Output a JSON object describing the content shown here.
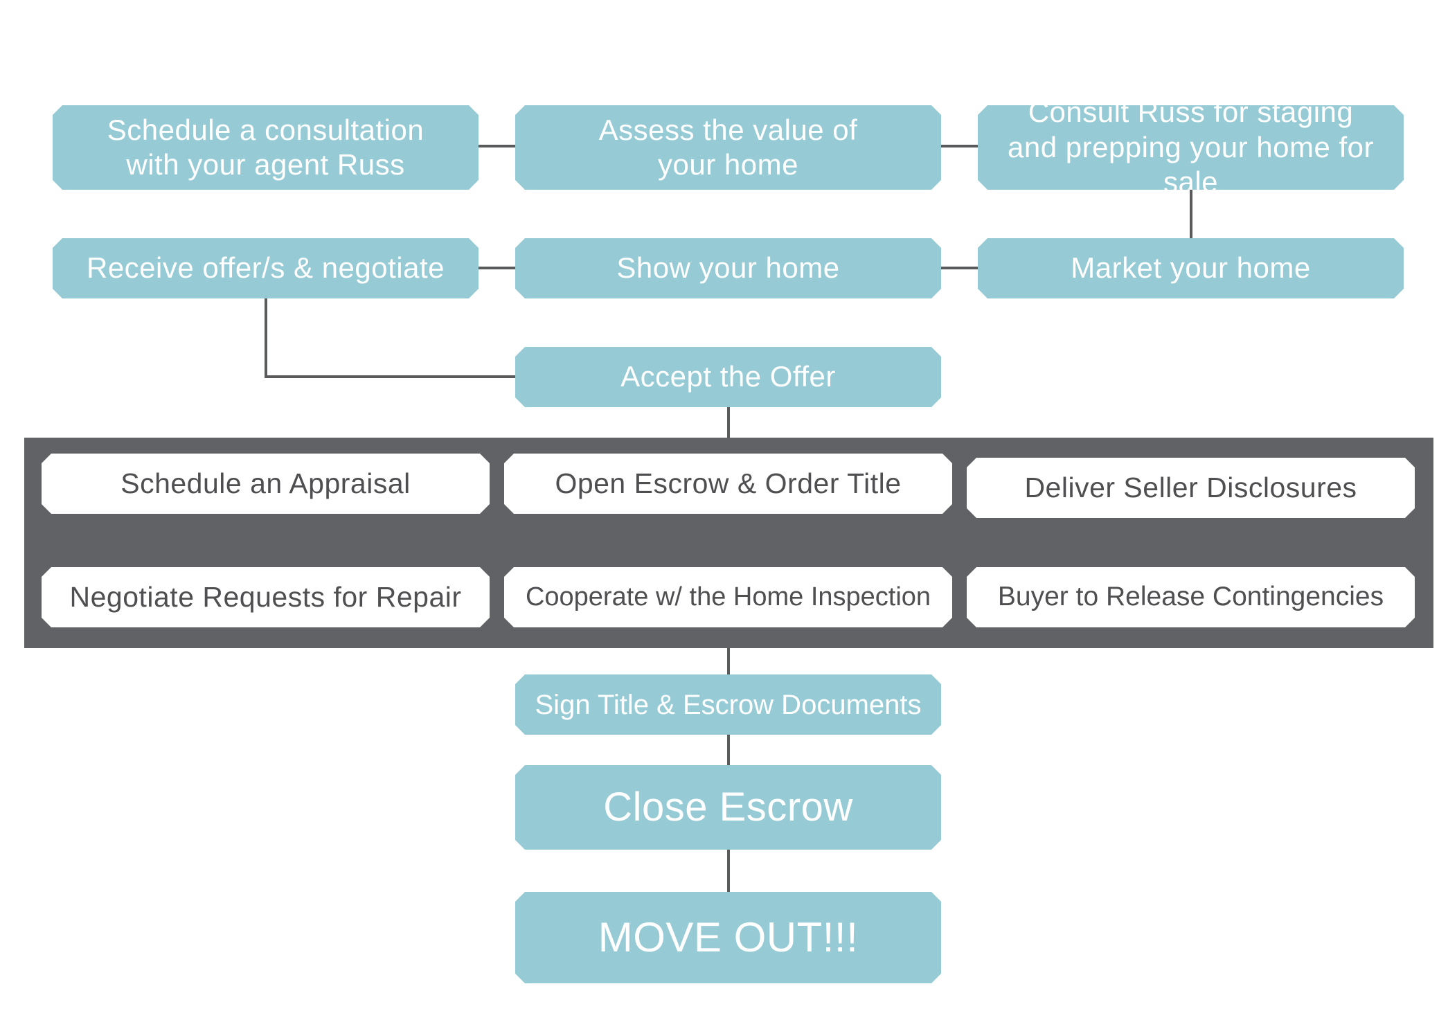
{
  "colors": {
    "box_fill": "#96cbd5",
    "box_text": "#ffffff",
    "band_fill": "#616265",
    "inner_box_fill": "#ffffff",
    "inner_box_text": "#4f4f52",
    "connector": "#595a5c"
  },
  "steps": {
    "schedule_consultation": "Schedule a consultation with your agent Russ",
    "assess_value": "Assess the value of your home",
    "consult_staging": "Consult Russ for staging and prepping your home for sale",
    "receive_offers": "Receive offer/s & negotiate",
    "show_home": "Show your home",
    "market_home": "Market your home",
    "accept_offer": "Accept the Offer",
    "sign_documents": "Sign Title & Escrow Documents",
    "close_escrow": "Close Escrow",
    "move_out": "MOVE OUT!!!"
  },
  "escrow_tasks": {
    "schedule_appraisal": "Schedule an Appraisal",
    "open_escrow": "Open Escrow & Order Title",
    "deliver_disclosures": "Deliver Seller Disclosures",
    "negotiate_repairs": "Negotiate Requests for Repair",
    "cooperate_inspection": "Cooperate w/ the Home Inspection",
    "release_contingencies": "Buyer to Release Contingencies"
  }
}
